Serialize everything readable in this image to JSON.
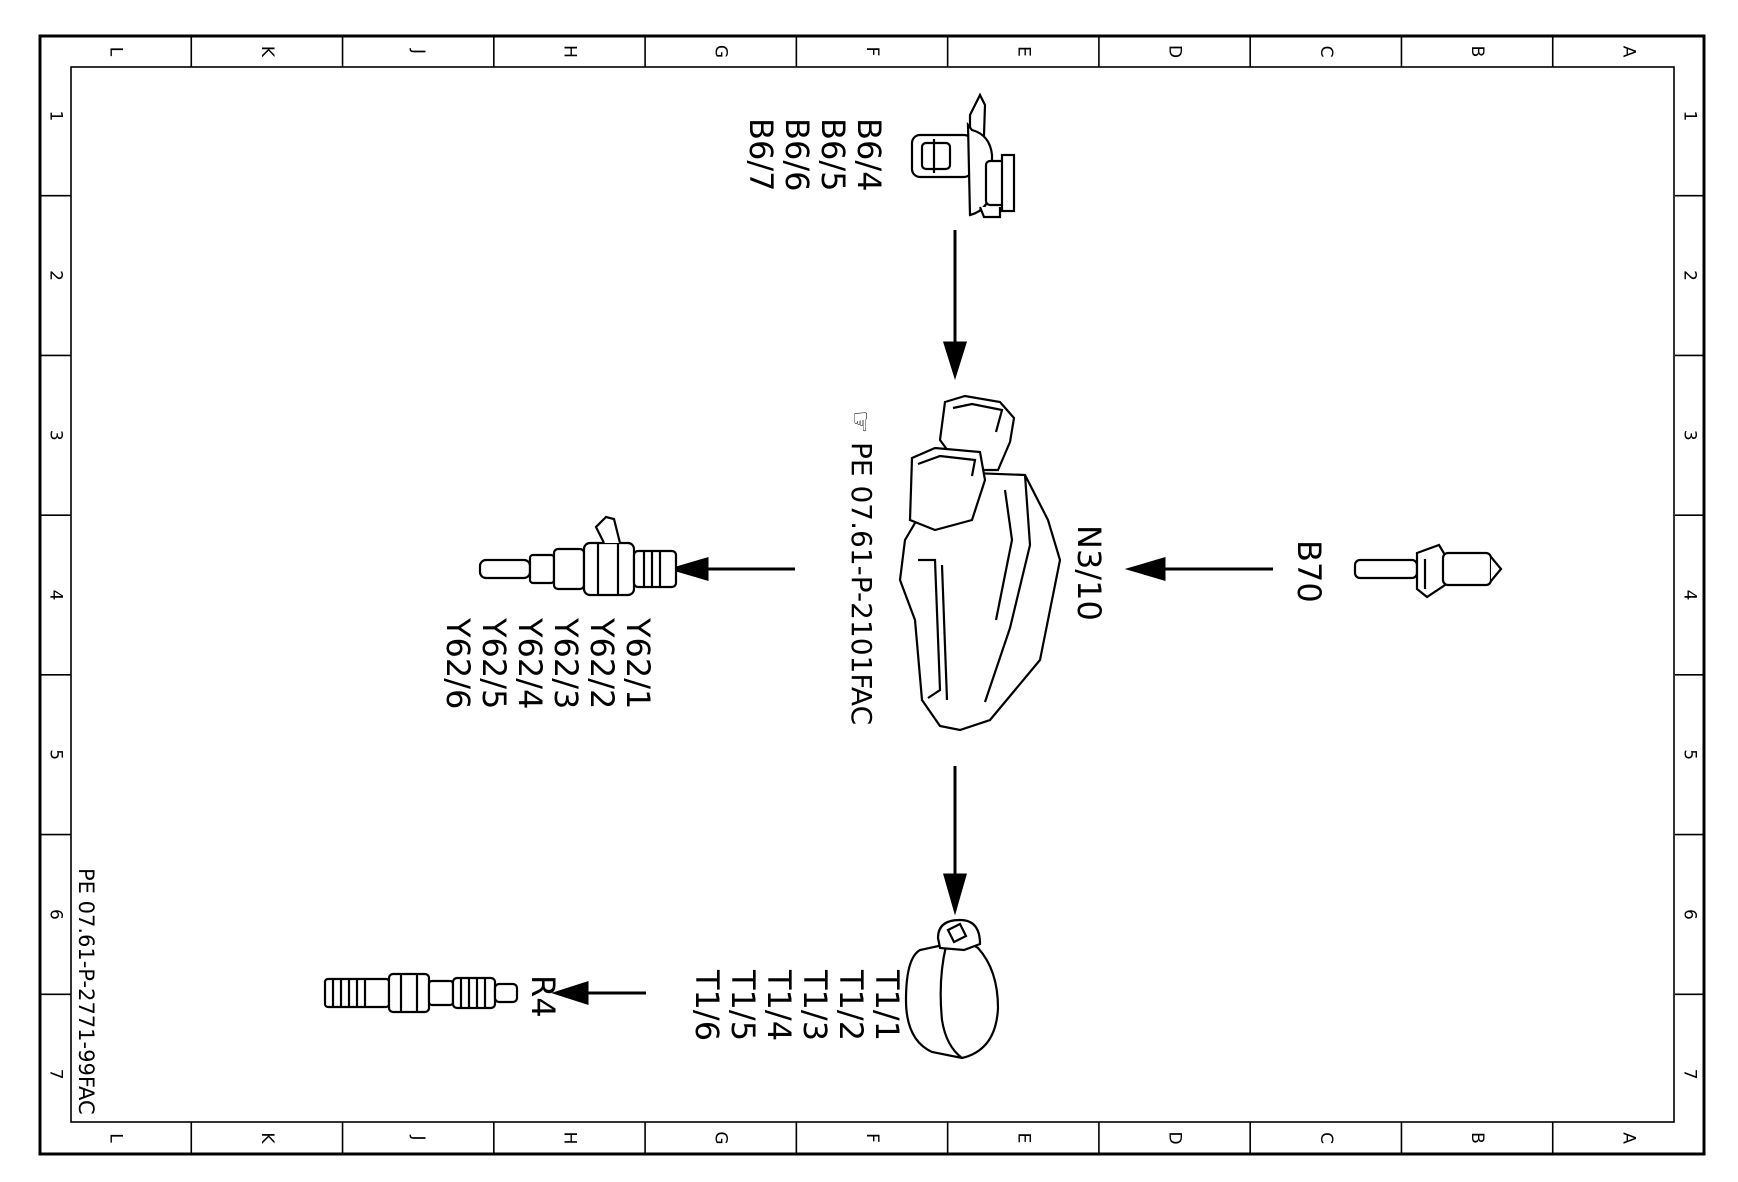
{
  "frame": {
    "columns": [
      "L",
      "K",
      "J",
      "H",
      "G",
      "F",
      "E",
      "D",
      "C",
      "B",
      "A"
    ],
    "rows": [
      "1",
      "2",
      "3",
      "4",
      "5",
      "6",
      "7"
    ]
  },
  "drawing_ref": "PE 07.61-P-2771-99FAC",
  "ecu": {
    "label": "N3/10",
    "ref_symbol": "☞",
    "ref_text": "PE 07.61-P-2101FAC"
  },
  "components": {
    "b6": {
      "labels": [
        "B6/4",
        "B6/5",
        "B6/6",
        "B6/7"
      ]
    },
    "b70": {
      "label": "B70"
    },
    "injectors": {
      "labels": [
        "Y62/1",
        "Y62/2",
        "Y62/3",
        "Y62/4",
        "Y62/5",
        "Y62/6"
      ]
    },
    "coils": {
      "labels": [
        "T1/1",
        "T1/2",
        "T1/3",
        "T1/4",
        "T1/5",
        "T1/6"
      ]
    },
    "spark_plug": {
      "label": "R4"
    }
  }
}
